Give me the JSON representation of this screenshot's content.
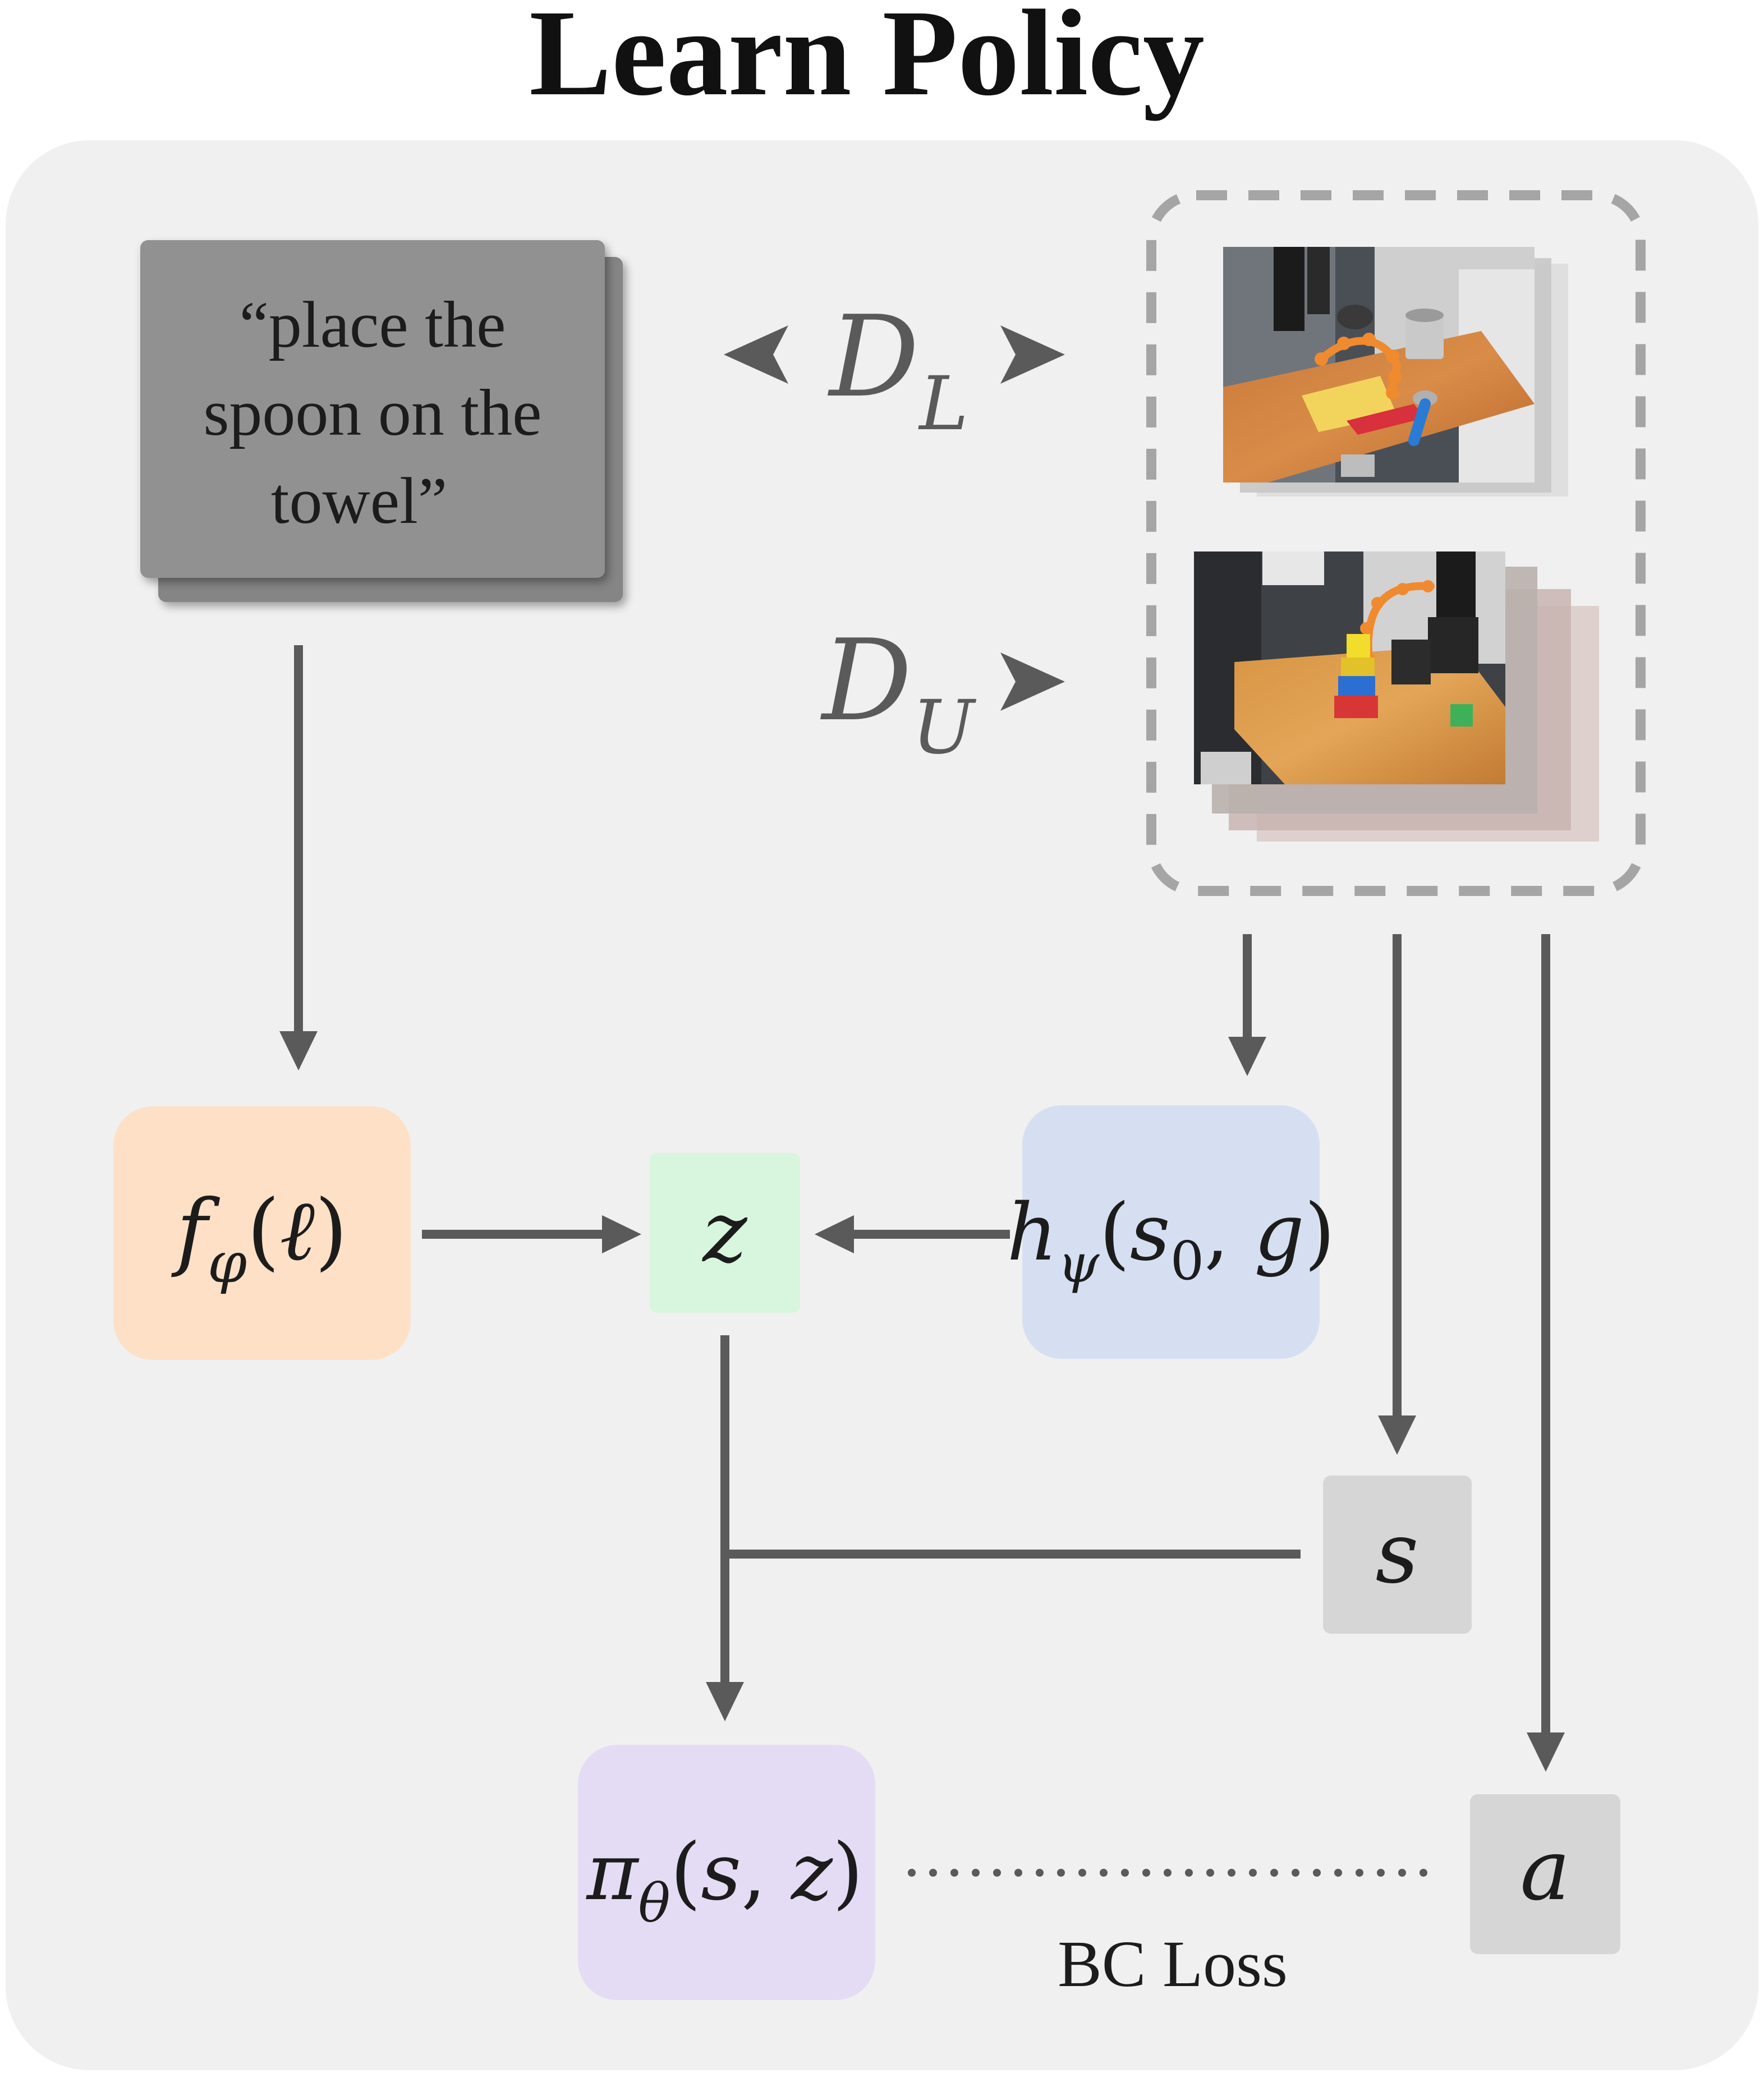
{
  "title": "Learn Policy",
  "instruction": {
    "lines": [
      "“place the",
      "spoon on the",
      "towel”"
    ]
  },
  "datasets": {
    "labeled": {
      "symbol": "D",
      "subscript": "L"
    },
    "unlabeled": {
      "symbol": "D",
      "subscript": "U"
    }
  },
  "nodes": {
    "f": {
      "fn": "f",
      "sub": "φ",
      "open": "(",
      "arg": "ℓ",
      "close": ")",
      "color": "#fde0c6"
    },
    "z": {
      "label": "z",
      "color": "#d8f5de"
    },
    "h": {
      "fn": "h",
      "sub": "ψ",
      "open": "(",
      "arg1": "s",
      "arg1sub": "0",
      "comma": ", ",
      "arg2": "g",
      "close": ")",
      "color": "#d6dff2"
    },
    "s": {
      "label": "s",
      "color": "#d6d6d6"
    },
    "pi": {
      "fn": "π",
      "sub": "θ",
      "open": "(",
      "arg1": "s",
      "comma": ", ",
      "arg2": "z",
      "close": ")",
      "color": "#e4dcf4"
    },
    "a": {
      "label": "a",
      "color": "#d6d6d6"
    }
  },
  "loss_label": "BC Loss",
  "colors": {
    "panel": "#f0f0f0",
    "arrow": "#5a5a5a",
    "instruction_box": "#919191",
    "instruction_shadow": "#858585",
    "dashed_border": "#a5a5a5"
  }
}
